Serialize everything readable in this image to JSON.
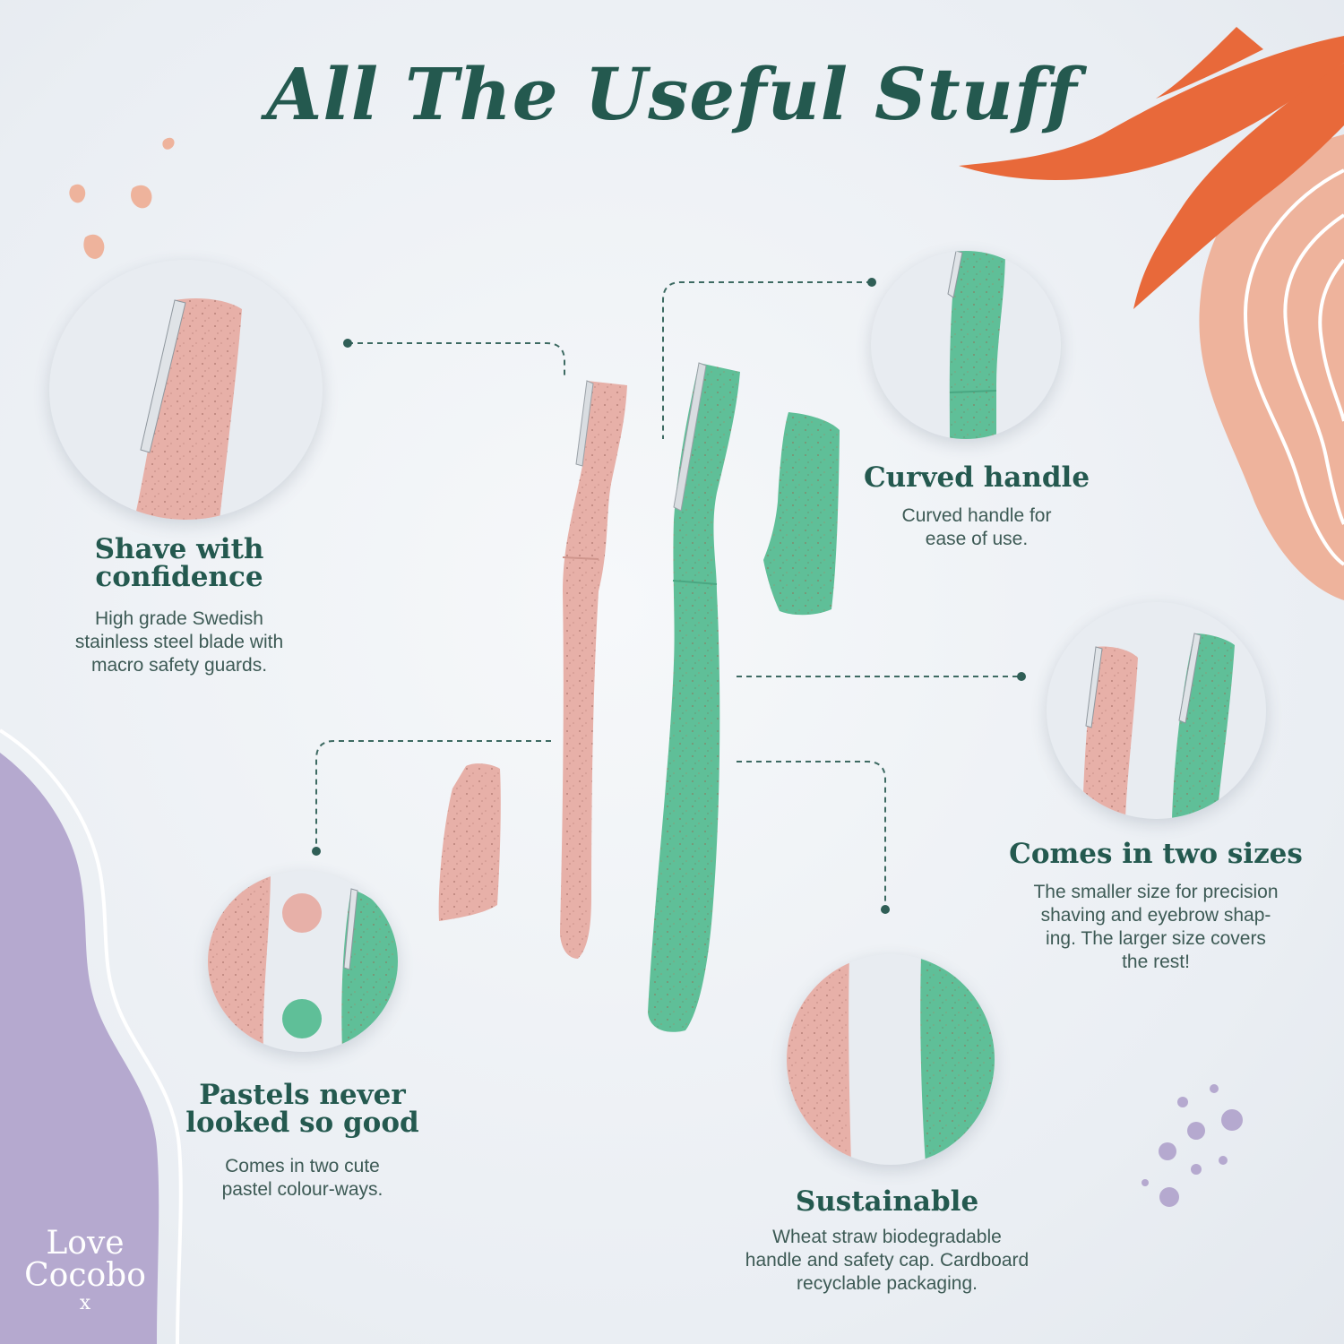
{
  "title": "All The Useful Stuff",
  "features": {
    "shave": {
      "heading_line1": "Shave with",
      "heading_line2": "confidence",
      "desc_line1": "High grade Swedish",
      "desc_line2": "stainless steel blade with",
      "desc_line3": "macro safety guards."
    },
    "curved": {
      "heading": "Curved handle",
      "desc_line1": "Curved handle for",
      "desc_line2": "ease of use."
    },
    "sizes": {
      "heading": "Comes in two sizes",
      "desc_line1": "The smaller size for precision",
      "desc_line2": "shaving and eyebrow shap-",
      "desc_line3": "ing. The larger size covers",
      "desc_line4": "the rest!"
    },
    "pastels": {
      "heading_line1": "Pastels never",
      "heading_line2": "looked so good",
      "desc_line1": "Comes in two cute",
      "desc_line2": "pastel colour-ways."
    },
    "sustainable": {
      "heading": "Sustainable",
      "desc_line1": "Wheat straw biodegradable",
      "desc_line2": "handle and safety cap. Cardboard",
      "desc_line3": "recyclable packaging."
    }
  },
  "logo": {
    "line1": "Love",
    "line2": "Cocobo",
    "line3": "x"
  },
  "colors": {
    "teal_text": "#24594f",
    "pink_razor": "#e7b0a8",
    "green_razor": "#5fbf98",
    "orange_leaf": "#e8693a",
    "peach_blob": "#eeb39c",
    "lavender_blob": "#b5a9cf"
  }
}
